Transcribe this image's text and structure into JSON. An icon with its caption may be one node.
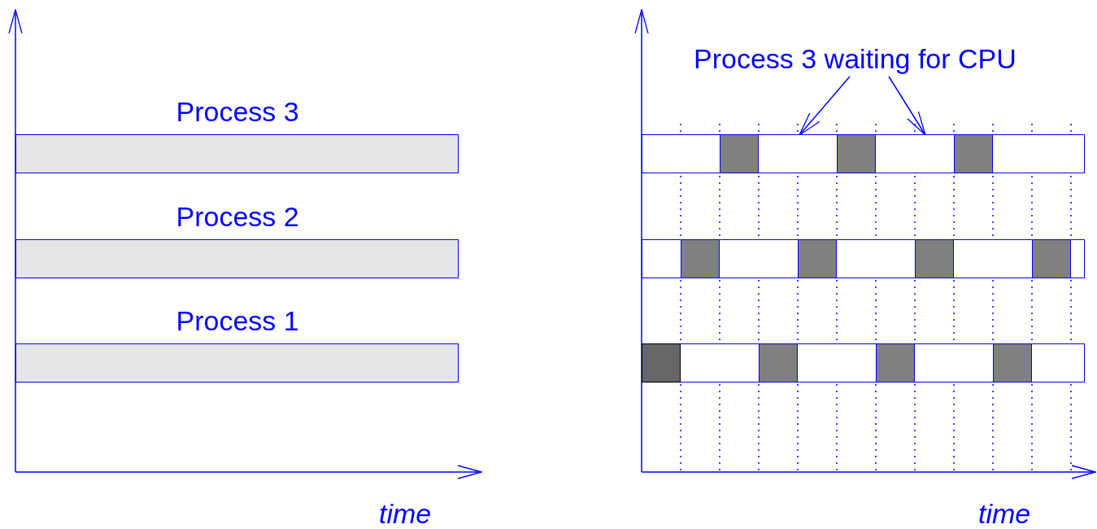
{
  "diagram": {
    "nodes": [
      {
        "text": [
          "Process 3"
        ]
      },
      {
        "text": [
          "Process 2"
        ]
      },
      {
        "text": [
          "Process 1"
        ]
      },
      {
        "text": [
          "Process 3 waiting for CPU"
        ]
      },
      {
        "text": [],
        "shape": "bar"
      },
      {
        "text": [],
        "shape": "bar"
      },
      {
        "text": [],
        "shape": "bar"
      }
    ],
    "edges": [
      {
        "from": 3,
        "to": 4,
        "arrow": "to"
      },
      {
        "from": 3,
        "to": 4,
        "arrow": "to"
      }
    ],
    "labels": [
      "time",
      "time"
    ]
  }
}
